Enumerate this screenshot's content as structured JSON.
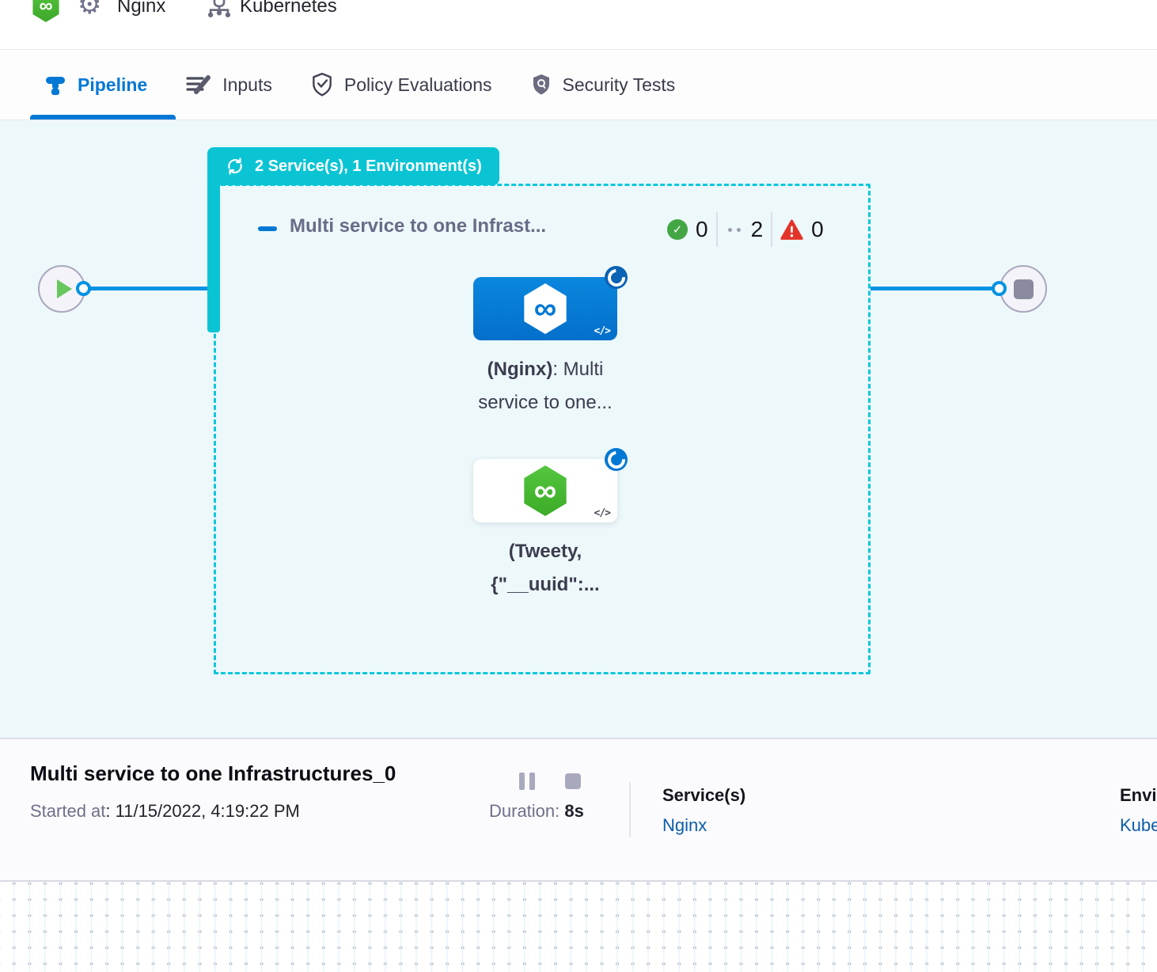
{
  "header": {
    "pipeline_label": "Nginx",
    "environment_label": "Kubernetes"
  },
  "tabs": {
    "pipeline": "Pipeline",
    "inputs": "Inputs",
    "policy_evaluations": "Policy Evaluations",
    "security_tests": "Security Tests"
  },
  "pipeline_canvas": {
    "stage_badge": "2 Service(s), 1 Environment(s)",
    "stage_title": "Multi service to one Infrast...",
    "status_counts": {
      "success": "0",
      "running": "2",
      "failed": "0"
    },
    "nodes": [
      {
        "name_bold": "(Nginx)",
        "name_rest": ": Multi",
        "name_line2": "service to one...",
        "code_glyph": "</>"
      },
      {
        "name_line1": "(Tweety,",
        "name_line2": "{\"__uuid\":...",
        "code_glyph": "</>"
      }
    ]
  },
  "footer": {
    "run_title": "Multi service to one Infrastructures_0",
    "started_label": "Started at",
    "started_value": ": 11/15/2022, 4:19:22 PM",
    "duration_label": "Duration:",
    "duration_value": "8s",
    "services_label": "Service(s)",
    "services_value": "Nginx",
    "environments_label": "Environment(s)",
    "environments_value": "Kubernetes"
  },
  "icons": {
    "infinity": "∞",
    "gear": "⚙",
    "check": "✓"
  },
  "colors": {
    "accent_blue": "#0278D5",
    "teal": "#0AC4D4",
    "canvas_bg": "#EDF8FB",
    "success_green": "#43A644",
    "error_red": "#E3342A",
    "link_blue": "#0B5CAB"
  }
}
